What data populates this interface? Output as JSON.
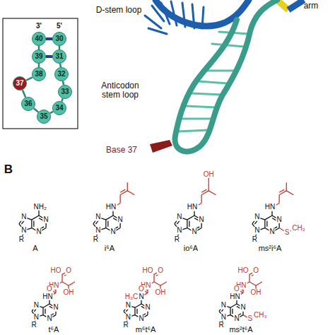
{
  "diagram": {
    "nodes": [
      {
        "text": [
          "30"
        ]
      },
      {
        "text": [
          "31"
        ]
      },
      {
        "text": [
          "32"
        ]
      },
      {
        "text": [
          "33"
        ]
      },
      {
        "text": [
          "34"
        ]
      },
      {
        "text": [
          "35"
        ]
      },
      {
        "text": [
          "36"
        ]
      },
      {
        "text": [
          "37"
        ]
      },
      {
        "text": [
          "38"
        ]
      },
      {
        "text": [
          "39"
        ]
      },
      {
        "text": [
          "40"
        ]
      }
    ],
    "edges": [
      {
        "from": 0,
        "to": 1,
        "arrow": "none"
      },
      {
        "from": 1,
        "to": 2,
        "arrow": "none"
      },
      {
        "from": 2,
        "to": 3,
        "arrow": "none"
      },
      {
        "from": 3,
        "to": 4,
        "arrow": "none"
      },
      {
        "from": 4,
        "to": 5,
        "arrow": "none"
      },
      {
        "from": 5,
        "to": 6,
        "arrow": "none"
      },
      {
        "from": 6,
        "to": 7,
        "arrow": "none"
      },
      {
        "from": 7,
        "to": 8,
        "arrow": "none"
      },
      {
        "from": 8,
        "to": 9,
        "arrow": "none"
      },
      {
        "from": 9,
        "to": 10,
        "arrow": "none"
      },
      {
        "from": 0,
        "to": 10,
        "arrow": "none"
      },
      {
        "from": 1,
        "to": 9,
        "arrow": "none"
      }
    ],
    "labels": [
      "D-stem loop",
      "arm",
      "Anticodon stem loop",
      "Base 37",
      "3'",
      "5'",
      "B",
      "N",
      "N",
      "N",
      "N",
      "R",
      "NH₂",
      "A",
      "N",
      "N",
      "N",
      "N",
      "R",
      "HN",
      "i⁶A",
      "N",
      "N",
      "N",
      "N",
      "R",
      "HN",
      "OH",
      "io⁶A",
      "N",
      "N",
      "N",
      "N",
      "R",
      "HN",
      "S",
      "CH₃",
      "ms²i⁶A",
      "N",
      "N",
      "N",
      "N",
      "R",
      "HO",
      "O",
      "HN",
      "OH",
      "O",
      "HN",
      "t⁶A",
      "N",
      "N",
      "N",
      "N",
      "R",
      "HO",
      "O",
      "HN",
      "OH",
      "O",
      "N",
      "H₃C",
      "m⁶t⁶A",
      "N",
      "N",
      "N",
      "N",
      "R",
      "HO",
      "O",
      "HN",
      "OH",
      "O",
      "HN",
      "S",
      "CH₃",
      "ms²t⁶A"
    ]
  }
}
